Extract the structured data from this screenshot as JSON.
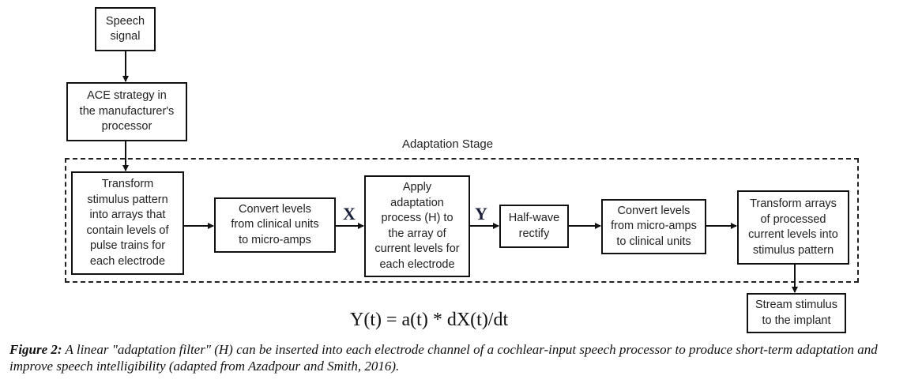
{
  "diagram": {
    "stage_label": "Adaptation Stage",
    "boxes": {
      "speech_signal": "Speech\nsignal",
      "ace_strategy": "ACE strategy in\nthe manufacturer's\nprocessor",
      "transform_stimulus": "Transform\nstimulus pattern\ninto arrays that\ncontain levels of\npulse trains for\neach electrode",
      "convert_to_microamps": "Convert levels\nfrom clinical units\nto micro-amps",
      "apply_adaptation": "Apply\nadaptation\nprocess (H) to\nthe array of\ncurrent levels for\neach electrode",
      "half_wave": "Half-wave\nrectify",
      "convert_to_clinical": "Convert levels\nfrom micro-amps\nto clinical units",
      "transform_arrays": "Transform arrays\nof processed\ncurrent levels into\nstimulus pattern",
      "stream_stimulus": "Stream stimulus\nto the implant"
    },
    "signal_labels": {
      "x": "X",
      "y": "Y"
    },
    "equation": "Y(t) = a(t) * dX(t)/dt"
  },
  "caption": {
    "label": "Figure 2:",
    "text": " A linear \"adaptation filter\" (H) can be inserted into each electrode channel of a cochlear-input speech processor to produce short-term adaptation and improve speech intelligibility (adapted from Azadpour and Smith, 2016)."
  }
}
